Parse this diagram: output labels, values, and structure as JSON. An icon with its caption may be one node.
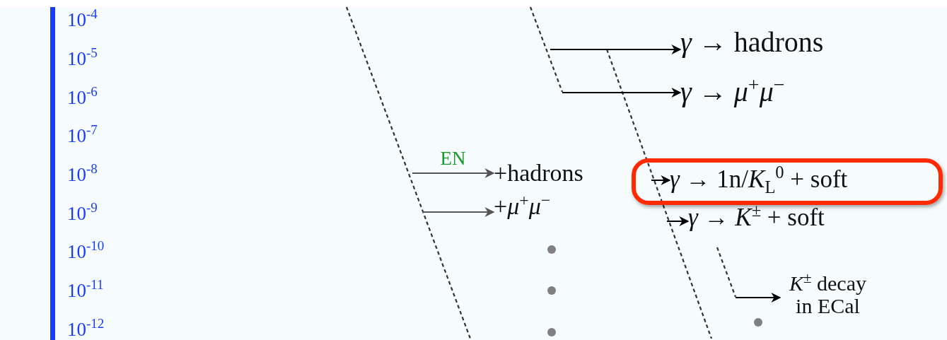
{
  "diagram": {
    "nodes": [
      {
        "text": [
          "*γ* → hadrons"
        ]
      },
      {
        "text": [
          "*γ* → *μ*$^{+}$*μ*$^{−}$"
        ]
      },
      {
        "text": [
          "+hadrons"
        ]
      },
      {
        "text": [
          "*γ* → 1n/*K*$_{L}$$^{0}$ + soft"
        ]
      },
      {
        "text": [
          "+*μ*$^{+}$*μ*$^{−}$"
        ]
      },
      {
        "text": [
          "*γ* → *K*$^{±}$ + soft"
        ]
      },
      {
        "text": [
          "*K*$^{±}$ decay in ECal"
        ]
      }
    ],
    "edges": [
      {
        "from": null,
        "to": 0,
        "arrow": "to"
      },
      {
        "from": null,
        "to": 1,
        "arrow": "to"
      },
      {
        "from": null,
        "to": 2,
        "arrow": "to",
        "label": "EN",
        "color": "#555555"
      },
      {
        "from": null,
        "to": 3,
        "arrow": "to"
      },
      {
        "from": null,
        "to": 4,
        "arrow": "to",
        "color": "#555555"
      },
      {
        "from": null,
        "to": 5,
        "arrow": "to"
      },
      {
        "from": null,
        "to": 6,
        "arrow": "to"
      }
    ],
    "labels": [
      "10$^{-4}$",
      "10$^{-5}$",
      "10$^{-6}$",
      "10$^{-7}$",
      "10$^{-8}$",
      "10$^{-9}$",
      "10$^{-10}$",
      "10$^{-11}$",
      "10$^{-12}$"
    ]
  }
}
